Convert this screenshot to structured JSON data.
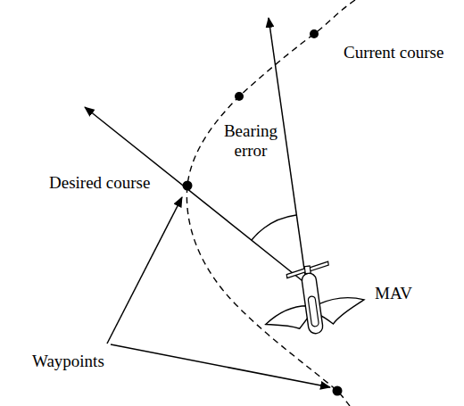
{
  "diagram": {
    "labels": [
      "Current course",
      "Bearing error",
      "Desired course",
      "MAV",
      "Waypoints"
    ]
  }
}
